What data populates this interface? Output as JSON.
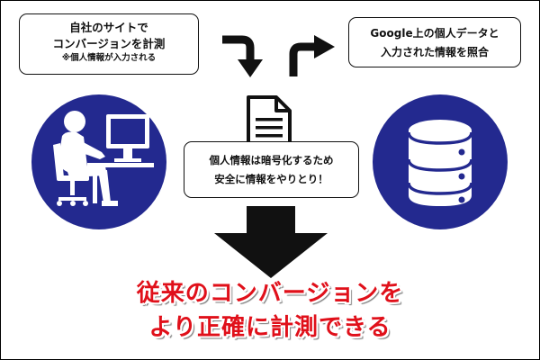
{
  "site_box": {
    "line1": "自社のサイトで",
    "line2": "コンバージョンを計測",
    "note": "※個人情報が入力される"
  },
  "google_box": {
    "line1": "Google上の個人データと",
    "line2": "入力された情報を照合"
  },
  "encrypt_box": {
    "line1": "個人情報は暗号化するため",
    "line2": "安全に情報をやりとり！"
  },
  "result": {
    "line1": "従来のコンバージョンを",
    "line2": "より正確に計測できる"
  },
  "icons": {
    "left": "person-at-computer-icon",
    "right": "database-icon",
    "document": "document-icon"
  },
  "colors": {
    "circle": "#23298f",
    "result_text": "#e0101a"
  }
}
